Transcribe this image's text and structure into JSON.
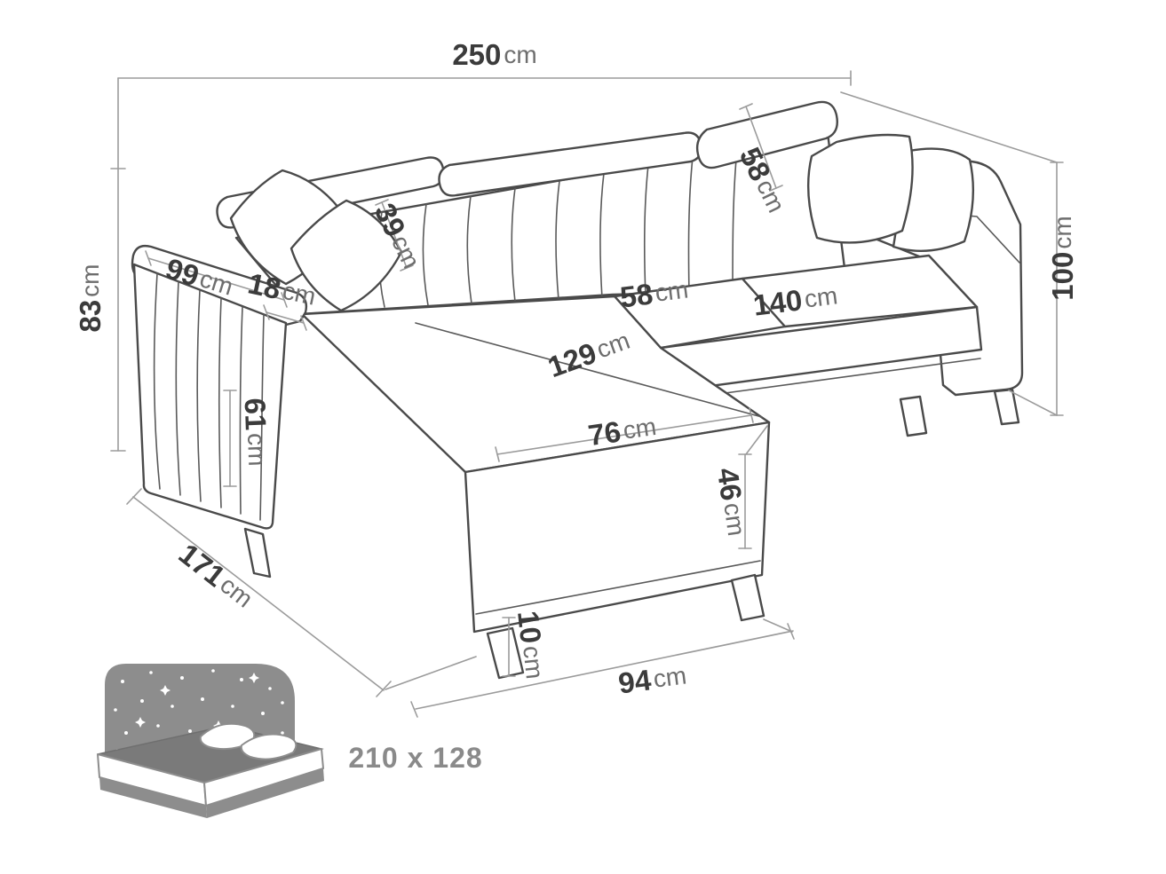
{
  "diagram_type": "corner-sofa-dimension-drawing",
  "colors": {
    "sofa_outline": "#4a4a4a",
    "dimension_line": "#9b9b9b",
    "number_text": "#3b3b3b",
    "unit_text": "#6e6e6e",
    "icon_gray": "#8d8d8d"
  },
  "dims": {
    "total_width": {
      "value": "250",
      "unit": "cm"
    },
    "height_left": {
      "value": "83",
      "unit": "cm"
    },
    "height_right": {
      "value": "100",
      "unit": "cm"
    },
    "armrest_depth": {
      "value": "99",
      "unit": "cm"
    },
    "armrest_width": {
      "value": "18",
      "unit": "cm"
    },
    "back_cushion_height": {
      "value": "39",
      "unit": "cm"
    },
    "backrest_height": {
      "value": "58",
      "unit": "cm"
    },
    "seat_cushion_width": {
      "value": "58",
      "unit": "cm"
    },
    "seat_width": {
      "value": "140",
      "unit": "cm"
    },
    "chaise_length": {
      "value": "129",
      "unit": "cm"
    },
    "chaise_width": {
      "value": "76",
      "unit": "cm"
    },
    "armrest_height": {
      "value": "61",
      "unit": "cm"
    },
    "seat_front_height": {
      "value": "46",
      "unit": "cm"
    },
    "total_depth": {
      "value": "171",
      "unit": "cm"
    },
    "leg_height": {
      "value": "10",
      "unit": "cm"
    },
    "chaise_front_width": {
      "value": "94",
      "unit": "cm"
    }
  },
  "sleeping_area": {
    "label": "210 x 128"
  }
}
